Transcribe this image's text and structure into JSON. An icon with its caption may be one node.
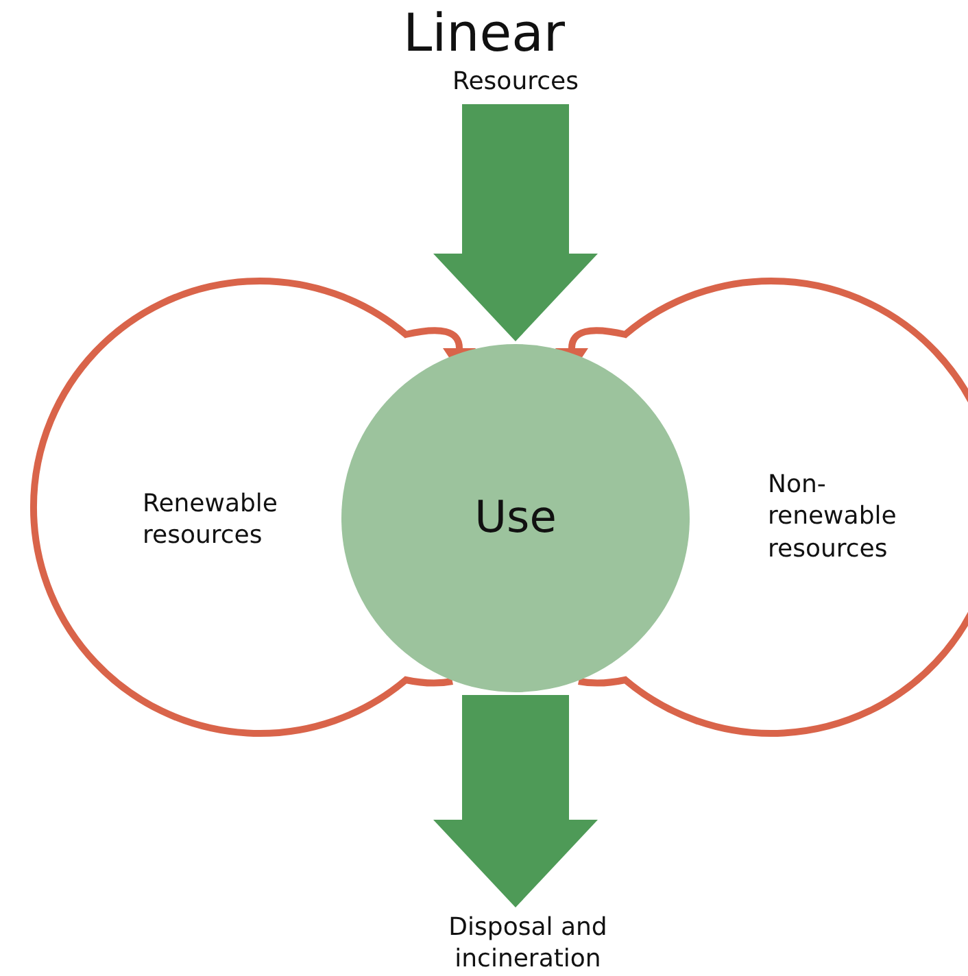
{
  "diagram": {
    "title": "Linear",
    "nodes": [
      {
        "text": [
          "Resources"
        ]
      },
      {
        "text": [
          "Use"
        ]
      },
      {
        "text": [
          "Disposal and incineration"
        ]
      }
    ],
    "edges": [
      {
        "from": 0,
        "to": 1,
        "arrow": "to",
        "style": "thick",
        "color": "#4e9a57"
      },
      {
        "from": 1,
        "to": 2,
        "arrow": "to",
        "style": "thick",
        "color": "#4e9a57"
      },
      {
        "from": 1,
        "to": 1,
        "arrow": "to",
        "label": "Renewable resources",
        "color": "#d9644a"
      },
      {
        "from": 1,
        "to": 1,
        "arrow": "to",
        "label": "Non-renewable resources",
        "color": "#d9644a"
      }
    ]
  }
}
